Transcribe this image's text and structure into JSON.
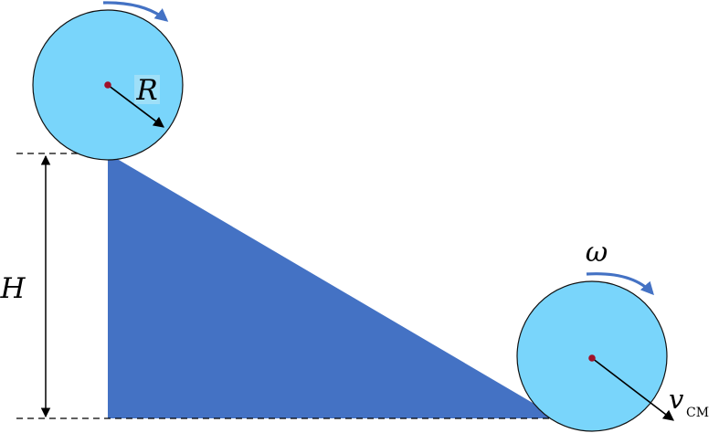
{
  "labels": {
    "radius": "R",
    "height": "H",
    "angular_velocity": "ω",
    "velocity": "v",
    "velocity_subscript": "CM"
  },
  "colors": {
    "ramp": "#4472c4",
    "ball_fill": "#79d5fb",
    "ball_stroke": "#111111",
    "rotation_arrow": "#4472c4",
    "center_dot": "#a0112a",
    "line": "#000000"
  }
}
